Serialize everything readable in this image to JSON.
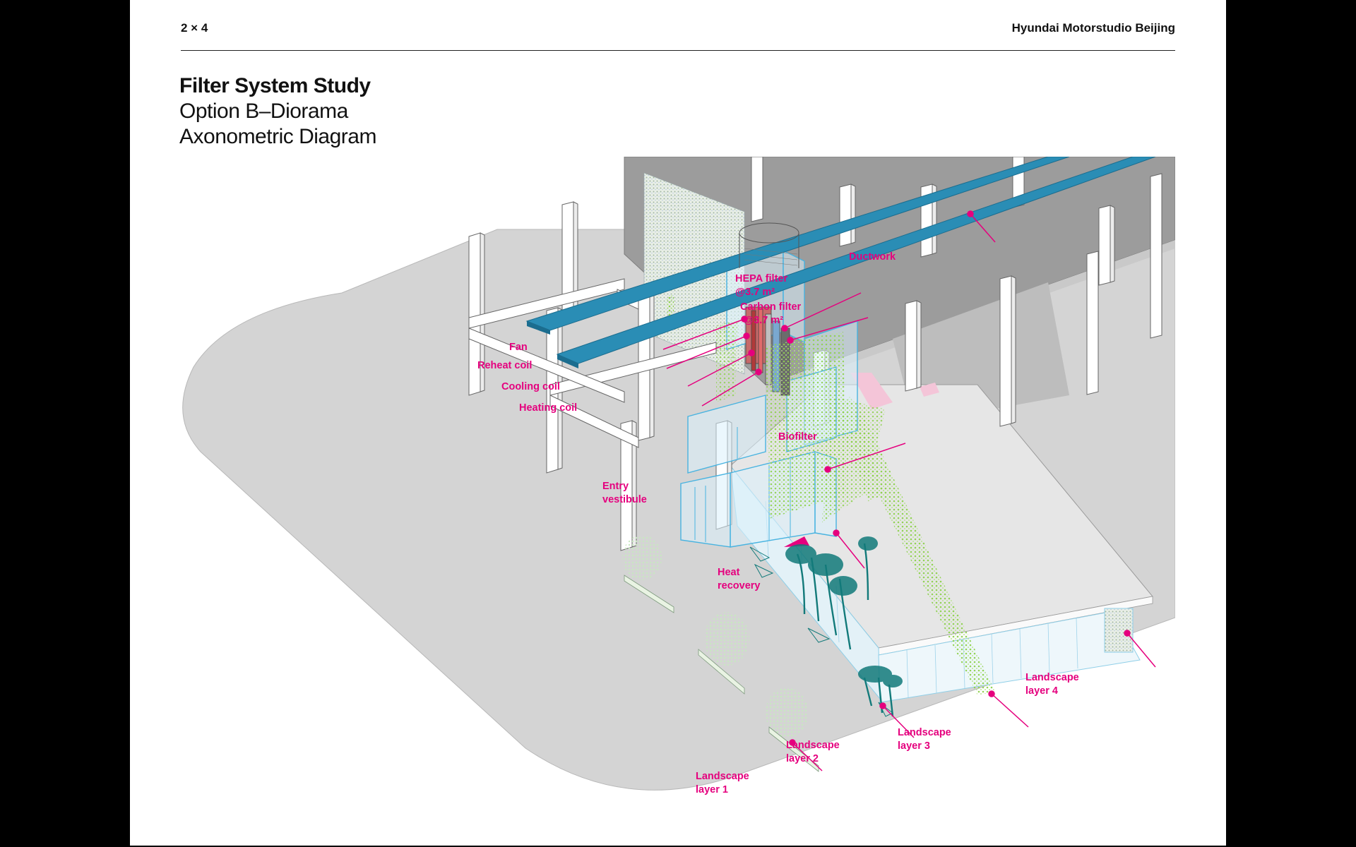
{
  "header": {
    "left": "2 × 4",
    "right": "Hyundai Motorstudio Beijing"
  },
  "title": {
    "line1": "Filter System Study",
    "line2": "Option B–Diorama",
    "line3": "Axonometric Diagram"
  },
  "labels": {
    "ductwork": "Ductwork",
    "hepa_1": "HEPA filter",
    "hepa_2": "@3.7 m²",
    "carbon_1": "Carbon filter",
    "carbon_2": "@3.7 m²",
    "fan": "Fan",
    "reheat": "Reheat coil",
    "cooling": "Cooling coil",
    "heating": "Heating coil",
    "biofilter": "Biofilter",
    "entry_1": "Entry",
    "entry_2": "vestibule",
    "heat_1": "Heat",
    "heat_2": "recovery",
    "ls1_1": "Landscape",
    "ls1_2": "layer 1",
    "ls2_1": "Landscape",
    "ls2_2": "layer 2",
    "ls3_1": "Landscape",
    "ls3_2": "layer 3",
    "ls4_1": "Landscape",
    "ls4_2": "layer 4"
  },
  "colors": {
    "annotation": "#e5007e",
    "duct": "#2a8db5",
    "floor": "#d3d3d3",
    "roof": "#9a9a9a",
    "glass": "#6cc6ea",
    "plant": "#8fd14f",
    "tree": "#127a7a"
  }
}
